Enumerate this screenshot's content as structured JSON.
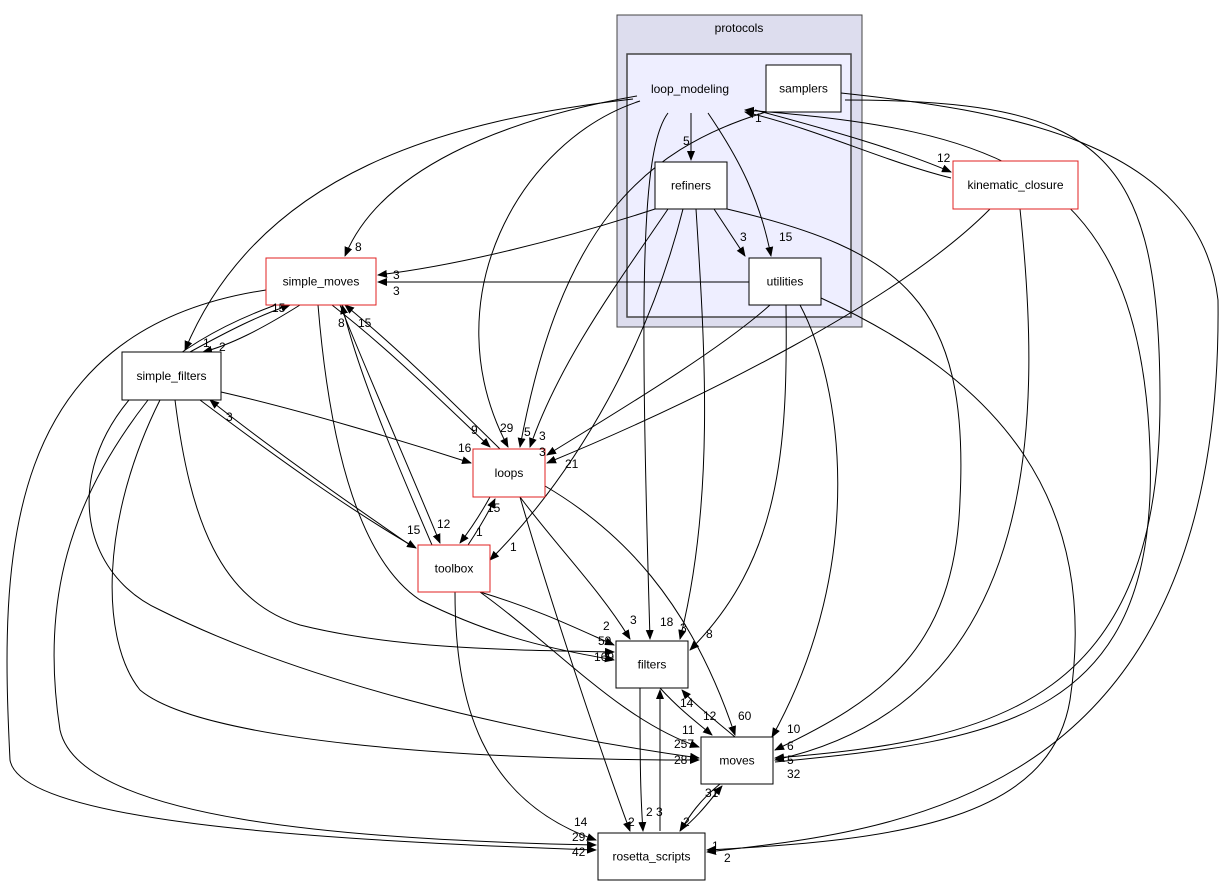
{
  "graph": {
    "clusters": {
      "protocols": {
        "label": "protocols",
        "fill": "#ddddee"
      },
      "loop_modeling": {
        "label": "loop_modeling",
        "fill": "#eeeeff"
      }
    },
    "nodes": {
      "samplers": {
        "label": "samplers",
        "border": "#000000"
      },
      "refiners": {
        "label": "refiners",
        "border": "#000000"
      },
      "utilities": {
        "label": "utilities",
        "border": "#000000"
      },
      "kinematic_closure": {
        "label": "kinematic_closure",
        "border": "#e02020"
      },
      "simple_moves": {
        "label": "simple_moves",
        "border": "#e02020"
      },
      "simple_filters": {
        "label": "simple_filters",
        "border": "#000000"
      },
      "loops": {
        "label": "loops",
        "border": "#e02020"
      },
      "toolbox": {
        "label": "toolbox",
        "border": "#e02020"
      },
      "filters": {
        "label": "filters",
        "border": "#000000"
      },
      "moves": {
        "label": "moves",
        "border": "#000000"
      },
      "rosetta_scripts": {
        "label": "rosetta_scripts",
        "border": "#000000"
      }
    },
    "edges": [
      {
        "from": "loop_modeling",
        "to": "refiners",
        "label": "5"
      },
      {
        "from": "loop_modeling",
        "to": "utilities",
        "label": "15"
      },
      {
        "from": "refiners",
        "to": "utilities",
        "label": "3"
      },
      {
        "from": "loop_modeling",
        "to": "simple_moves",
        "label": "8"
      },
      {
        "from": "loop_modeling",
        "to": "simple_filters",
        "label": "1"
      },
      {
        "from": "loop_modeling",
        "to": "loops",
        "label": "29"
      },
      {
        "from": "loop_modeling",
        "to": "filters",
        "label": "18"
      },
      {
        "from": "loop_modeling",
        "to": "kinematic_closure",
        "label": "12"
      },
      {
        "from": "kinematic_closure",
        "to": "loop_modeling",
        "label": "1"
      },
      {
        "from": "samplers",
        "to": "loops",
        "label": "5"
      },
      {
        "from": "samplers",
        "to": "rosetta_scripts",
        "label": "1"
      },
      {
        "from": "refiners",
        "to": "simple_moves",
        "label": "3"
      },
      {
        "from": "refiners",
        "to": "loops",
        "label": "3"
      },
      {
        "from": "refiners",
        "to": "toolbox",
        "label": "1"
      },
      {
        "from": "refiners",
        "to": "filters",
        "label": "3"
      },
      {
        "from": "refiners",
        "to": "moves",
        "label": "6"
      },
      {
        "from": "utilities",
        "to": "simple_moves",
        "label": "3"
      },
      {
        "from": "utilities",
        "to": "loops",
        "label": "3"
      },
      {
        "from": "utilities",
        "to": "filters",
        "label": "8"
      },
      {
        "from": "utilities",
        "to": "moves",
        "label": "10"
      },
      {
        "from": "utilities",
        "to": "rosetta_scripts",
        "label": "2"
      },
      {
        "from": "kinematic_closure",
        "to": "loops",
        "label": "21"
      },
      {
        "from": "kinematic_closure",
        "to": "moves",
        "label": "32"
      },
      {
        "from": "moves",
        "to": "loop_modeling",
        "label": ""
      },
      {
        "from": "simple_moves",
        "to": "simple_filters",
        "label": "2"
      },
      {
        "from": "simple_filters",
        "to": "simple_moves",
        "label": "15"
      },
      {
        "from": "simple_moves",
        "to": "loops",
        "label": "9"
      },
      {
        "from": "loops",
        "to": "simple_moves",
        "label": "15"
      },
      {
        "from": "simple_moves",
        "to": "toolbox",
        "label": "12"
      },
      {
        "from": "toolbox",
        "to": "simple_moves",
        "label": "8"
      },
      {
        "from": "simple_moves",
        "to": "filters",
        "label": "169"
      },
      {
        "from": "simple_moves",
        "to": "moves",
        "label": "257"
      },
      {
        "from": "simple_moves",
        "to": "rosetta_scripts",
        "label": "42"
      },
      {
        "from": "simple_filters",
        "to": "loops",
        "label": "16"
      },
      {
        "from": "simple_filters",
        "to": "toolbox",
        "label": "15"
      },
      {
        "from": "toolbox",
        "to": "simple_filters",
        "label": "3"
      },
      {
        "from": "simple_filters",
        "to": "filters",
        "label": "59"
      },
      {
        "from": "simple_filters",
        "to": "moves",
        "label": "28"
      },
      {
        "from": "simple_filters",
        "to": "rosetta_scripts",
        "label": "29"
      },
      {
        "from": "loops",
        "to": "toolbox",
        "label": "1"
      },
      {
        "from": "toolbox",
        "to": "loops",
        "label": "15"
      },
      {
        "from": "loops",
        "to": "filters",
        "label": "3"
      },
      {
        "from": "loops",
        "to": "moves",
        "label": "60"
      },
      {
        "from": "loops",
        "to": "rosetta_scripts",
        "label": "2"
      },
      {
        "from": "toolbox",
        "to": "filters",
        "label": "2"
      },
      {
        "from": "toolbox",
        "to": "moves",
        "label": "11"
      },
      {
        "from": "toolbox",
        "to": "rosetta_scripts",
        "label": "14"
      },
      {
        "from": "filters",
        "to": "moves",
        "label": "12"
      },
      {
        "from": "moves",
        "to": "filters",
        "label": "14"
      },
      {
        "from": "filters",
        "to": "rosetta_scripts",
        "label": "2"
      },
      {
        "from": "rosetta_scripts",
        "to": "filters",
        "label": "3"
      },
      {
        "from": "moves",
        "to": "rosetta_scripts",
        "label": "2"
      },
      {
        "from": "rosetta_scripts",
        "to": "moves",
        "label": "31"
      },
      {
        "from": "samplers",
        "to": "moves",
        "label": "5"
      }
    ]
  }
}
